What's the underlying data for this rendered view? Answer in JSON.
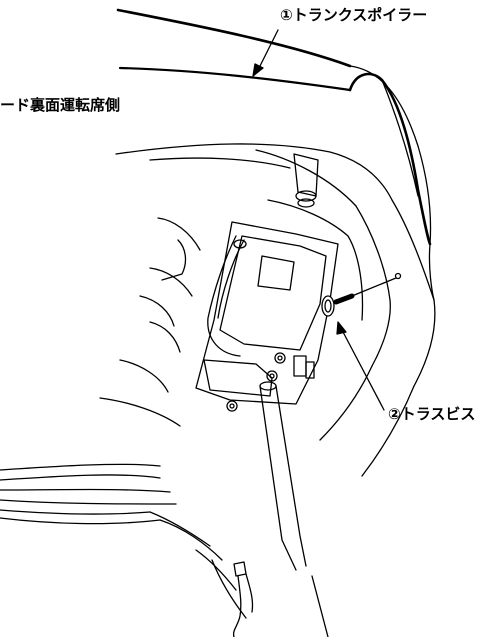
{
  "labels": {
    "spoiler": "①トランクスポイラー",
    "hood_side": "ード裏面運転席側",
    "screw": "②トラスビス"
  }
}
